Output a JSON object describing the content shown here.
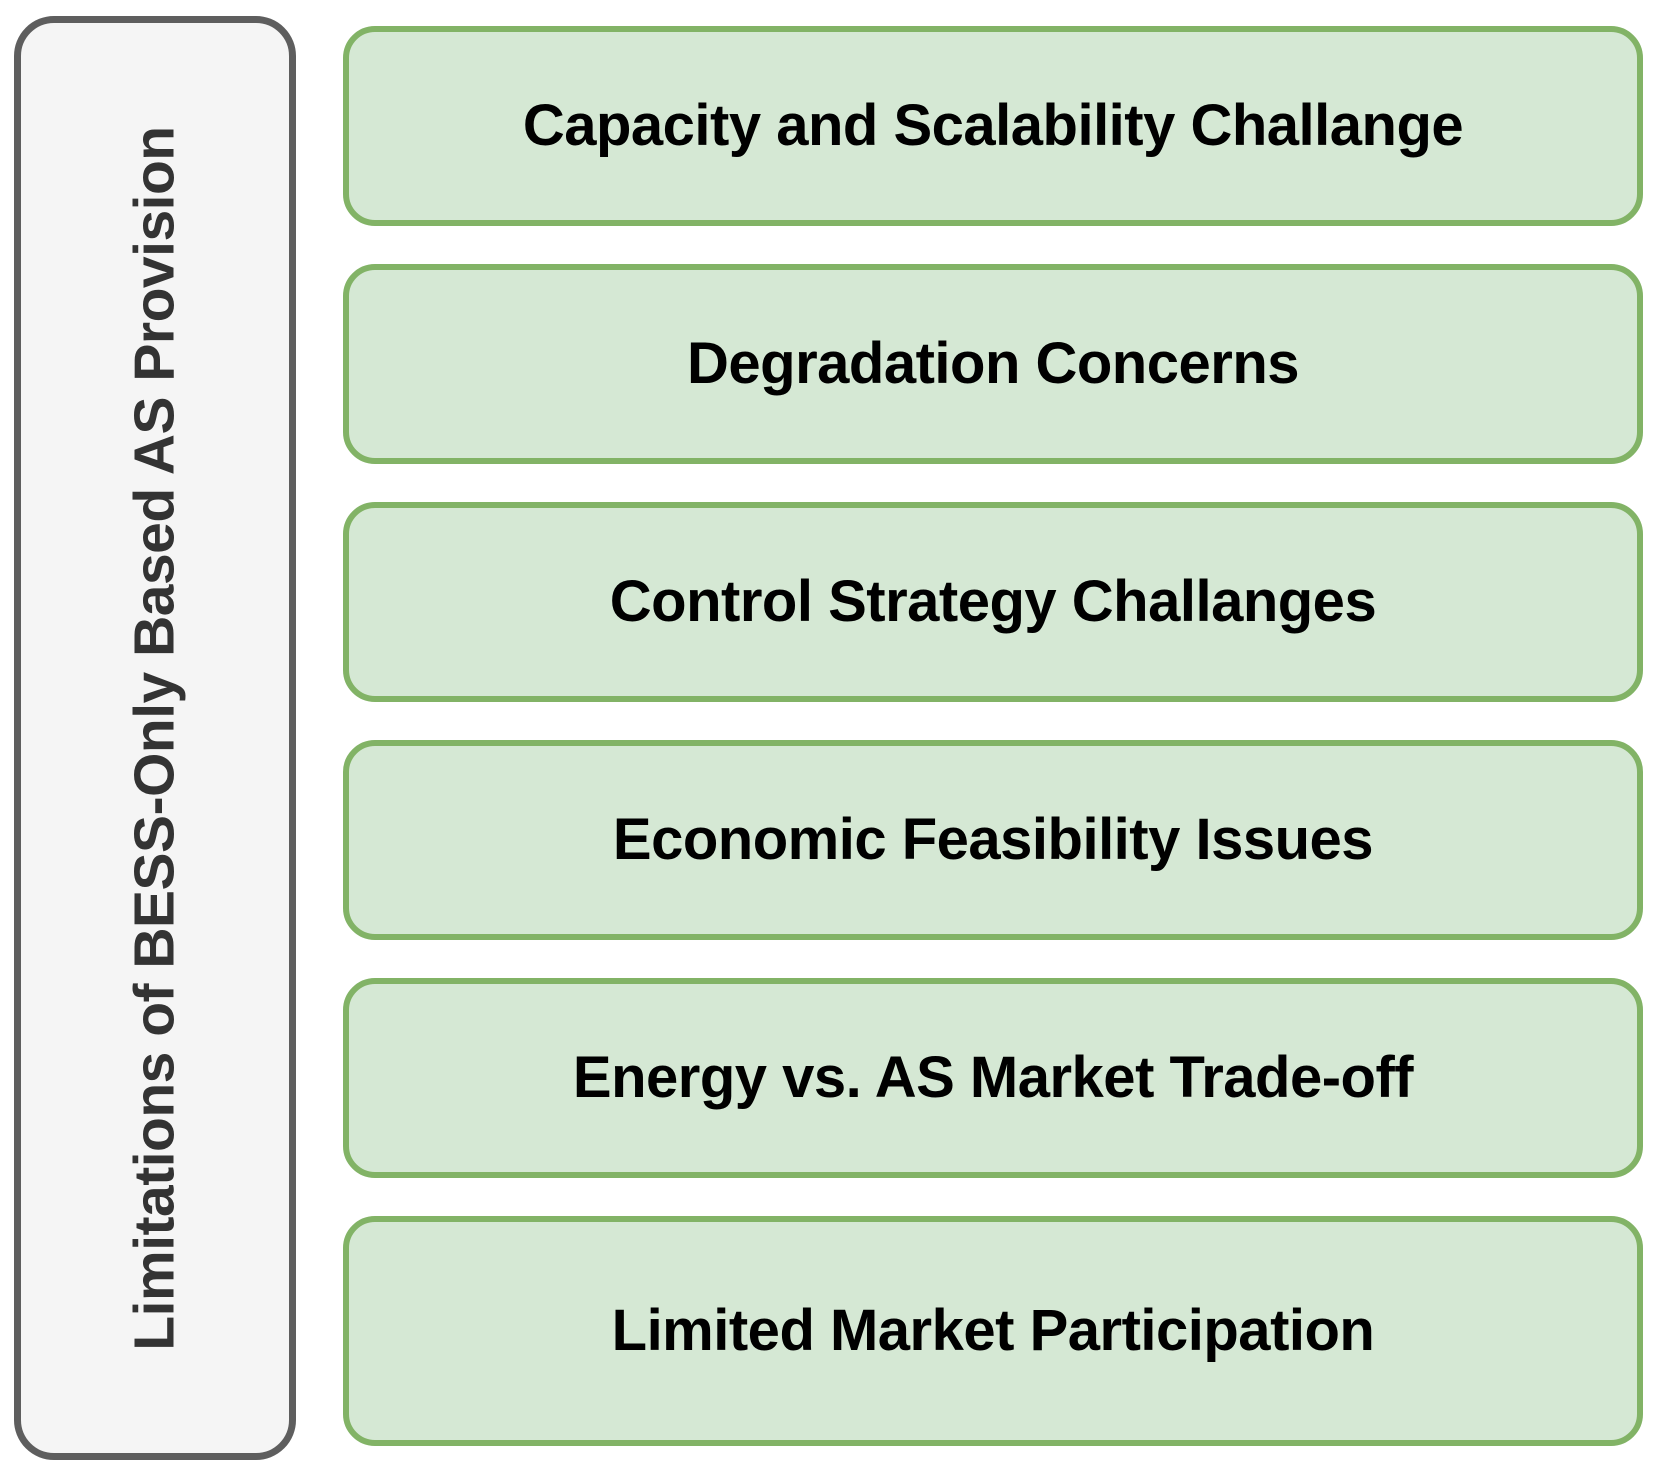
{
  "diagram": {
    "type": "category-list",
    "background_color": "#ffffff",
    "category": {
      "label": "Limitations of BESS-Only Based AS Provision",
      "orientation": "vertical-bottom-to-top",
      "fill_color": "#f5f5f5",
      "border_color": "#5e5e5e",
      "text_color": "#333333"
    },
    "items_style": {
      "fill_color": "#d5e8d4",
      "border_color": "#82b366",
      "text_color": "#000000"
    },
    "items": [
      {
        "label": "Capacity and Scalability Challange"
      },
      {
        "label": "Degradation Concerns"
      },
      {
        "label": "Control Strategy Challanges"
      },
      {
        "label": "Economic Feasibility Issues"
      },
      {
        "label": "Energy vs. AS Market Trade-off"
      },
      {
        "label": "Limited Market Participation"
      }
    ]
  }
}
